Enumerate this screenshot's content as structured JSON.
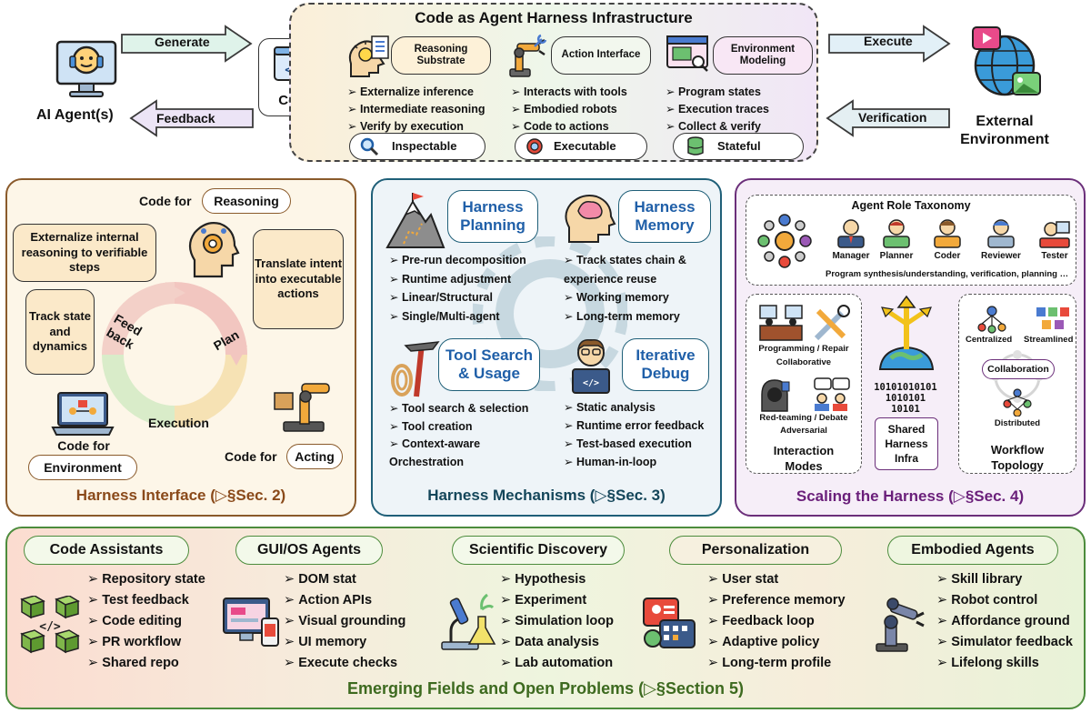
{
  "top": {
    "title": "Code as Agent Harness Infrastructure",
    "agent_label": "AI Agent(s)",
    "code_label": "Code",
    "generate_label": "Generate",
    "feedback_label": "Feedback",
    "execute_label": "Execute",
    "verification_label": "Verification",
    "env_label_1": "External",
    "env_label_2": "Environment",
    "columns": [
      {
        "title": "Reasoning Substrate",
        "items": [
          "Externalize inference",
          "Intermediate reasoning",
          "Verify by execution"
        ],
        "tag": "Inspectable"
      },
      {
        "title": "Action Interface",
        "items": [
          "Interacts with tools",
          "Embodied robots",
          "Code to actions"
        ],
        "tag": "Executable"
      },
      {
        "title": "Environment Modeling",
        "items": [
          "Program states",
          "Execution traces",
          "Collect & verify"
        ],
        "tag": "Stateful"
      }
    ]
  },
  "interface": {
    "code_for": "Code for",
    "reasoning": "Reasoning",
    "acting": "Acting",
    "code_for_env": "Code for",
    "environment": "Environment",
    "bubble_reasoning": "Externalize internal reasoning to verifiable steps",
    "bubble_acting": "Translate intent into executable actions",
    "bubble_state": "Track state and dynamics",
    "cycle_feedback_1": "Feed",
    "cycle_feedback_2": "back",
    "cycle_plan": "Plan",
    "cycle_execution": "Execution",
    "footer": "Harness Interface (▷§Sec. 2)"
  },
  "mechanisms": {
    "planning": {
      "title": "Harness Planning",
      "items": [
        "Pre-run decomposition",
        "Runtime adjustment",
        "Linear/Structural",
        "Single/Multi-agent"
      ]
    },
    "memory": {
      "title": "Harness Memory",
      "items": [
        "Track states chain & experience reuse",
        "Working memory",
        "Long-term memory"
      ]
    },
    "tools": {
      "title": "Tool Search & Usage",
      "items": [
        "Tool search & selection",
        "Tool creation",
        "Context-aware Orchestration"
      ]
    },
    "debug": {
      "title": "Iterative Debug",
      "items": [
        "Static analysis",
        "Runtime error feedback",
        "Test-based execution",
        "Human-in-loop"
      ]
    },
    "footer": "Harness Mechanisms (▷§Sec. 3)"
  },
  "scaling": {
    "taxonomy_title": "Agent Role Taxonomy",
    "roles": [
      "Manager",
      "Planner",
      "Coder",
      "Reviewer",
      "Tester"
    ],
    "taxonomy_caption": "Program synthesis/understanding, verification, planning …",
    "programming_repair": "Programming / Repair",
    "collaborative": "Collaborative",
    "redteam_debate": "Red-teaming / Debate",
    "adversarial": "Adversarial",
    "interaction_modes_1": "Interaction",
    "interaction_modes_2": "Modes",
    "binary": [
      "10101010101",
      "1010101",
      "10101"
    ],
    "shared_infra": "Shared Harness Infra",
    "centralized": "Centralized",
    "streamlined": "Streamlined",
    "collaboration": "Collaboration",
    "distributed": "Distributed",
    "workflow_1": "Workflow",
    "workflow_2": "Topology",
    "footer": "Scaling the Harness (▷§Sec. 4)"
  },
  "fields": {
    "columns": [
      {
        "title": "Code Assistants",
        "items": [
          "Repository state",
          "Test feedback",
          "Code editing",
          "PR workflow",
          "Shared repo"
        ]
      },
      {
        "title": "GUI/OS Agents",
        "items": [
          "DOM stat",
          "Action APIs",
          "Visual grounding",
          "UI memory",
          "Execute checks"
        ]
      },
      {
        "title": "Scientific Discovery",
        "items": [
          "Hypothesis",
          "Experiment",
          "Simulation loop",
          "Data analysis",
          "Lab automation"
        ]
      },
      {
        "title": "Personalization",
        "items": [
          "User stat",
          "Preference memory",
          "Feedback loop",
          "Adaptive policy",
          "Long-term profile"
        ]
      },
      {
        "title": "Embodied Agents",
        "items": [
          "Skill library",
          "Robot control",
          "Affordance ground",
          "Simulator feedback",
          "Lifelong skills"
        ]
      }
    ],
    "footer": "Emerging Fields and Open Problems (▷§Section 5)"
  },
  "colors": {
    "interface_border": "#8a5a2b",
    "interface_footer": "#8a4a1a",
    "mechanisms_border": "#1f5f78",
    "mechanisms_footer": "#14465a",
    "scaling_border": "#6b2f7a",
    "scaling_footer": "#6a1f7a",
    "fields_border": "#4c8c3c",
    "fields_footer": "#3d6a1f"
  }
}
